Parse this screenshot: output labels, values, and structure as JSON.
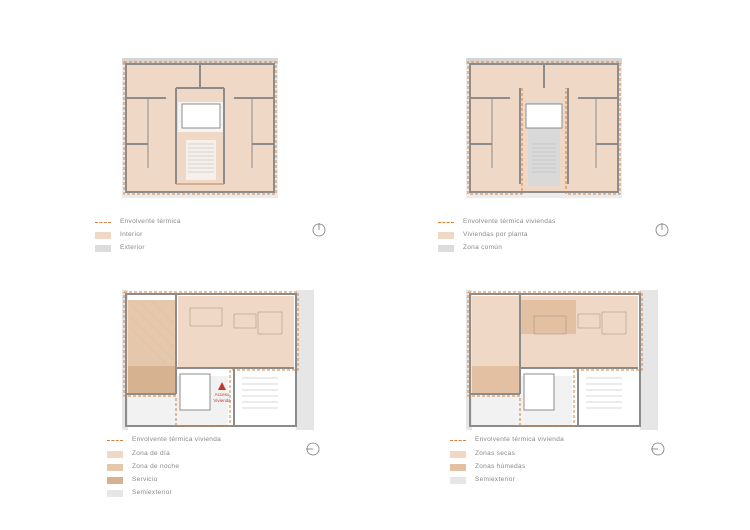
{
  "colors": {
    "wall": "#8c8c8c",
    "thermal_envelope": "#d9803a",
    "interior": "#efd9c6",
    "exterior": "#dcdcdc",
    "common": "#d9d9d9",
    "dry": "#efd9c6",
    "wet": "#e2c0a1",
    "day": "#efd9c6",
    "night": "#e5c7ac",
    "service": "#d7b290",
    "semi_exterior": "#e6e6e6"
  },
  "panels": [
    {
      "legend": [
        {
          "type": "dash",
          "label": "Envolvente térmica"
        },
        {
          "type": "swatch",
          "color": "#efd9c6",
          "label": "Interior"
        },
        {
          "type": "swatch",
          "color": "#dcdcdc",
          "label": "Exterior"
        }
      ]
    },
    {
      "legend": [
        {
          "type": "dash",
          "label": "Envolvente térmica viviendas"
        },
        {
          "type": "swatch",
          "color": "#efd9c6",
          "label": "Viviendas por planta"
        },
        {
          "type": "swatch",
          "color": "#dcdcdc",
          "label": "Zona común"
        }
      ]
    },
    {
      "legend": [
        {
          "type": "dash",
          "label": "Envolvente térmica vivienda"
        },
        {
          "type": "swatch",
          "color": "#efd9c6",
          "label": "Zona de día"
        },
        {
          "type": "swatch",
          "color": "#e5c7ac",
          "label": "Zona de noche"
        },
        {
          "type": "swatch",
          "color": "#d7b290",
          "label": "Servicio"
        },
        {
          "type": "swatch",
          "color": "#e6e6e6",
          "label": "Semiexterior"
        }
      ],
      "annotation": [
        "Acceso",
        "Vivienda"
      ]
    },
    {
      "legend": [
        {
          "type": "dash",
          "label": "Envolvente térmica vivienda"
        },
        {
          "type": "swatch",
          "color": "#efd9c6",
          "label": "Zonas secas"
        },
        {
          "type": "swatch",
          "color": "#e2c0a1",
          "label": "Zonas húmedas"
        },
        {
          "type": "swatch",
          "color": "#e6e6e6",
          "label": "Semiexterior"
        }
      ]
    }
  ]
}
